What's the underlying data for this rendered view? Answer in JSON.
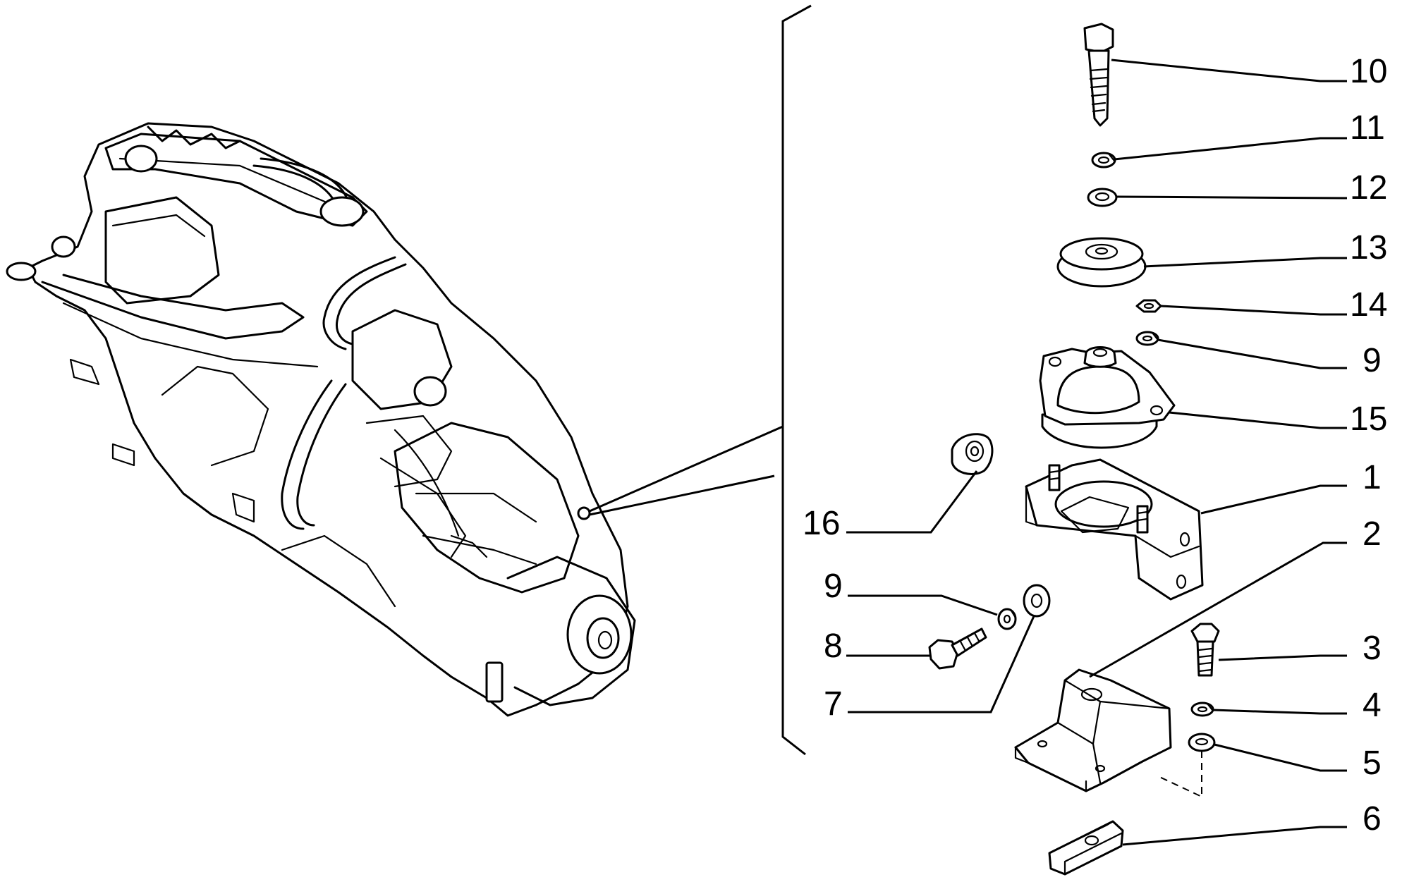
{
  "callouts": {
    "c10": "10",
    "c11": "11",
    "c12": "12",
    "c13": "13",
    "c14": "14",
    "c9a": "9",
    "c15": "15",
    "c1": "1",
    "c2": "2",
    "c3": "3",
    "c4": "4",
    "c5": "5",
    "c6": "6",
    "c16": "16",
    "c9b": "9",
    "c8": "8",
    "c7": "7"
  },
  "colors": {
    "ink": "#000000",
    "paper": "#ffffff"
  }
}
